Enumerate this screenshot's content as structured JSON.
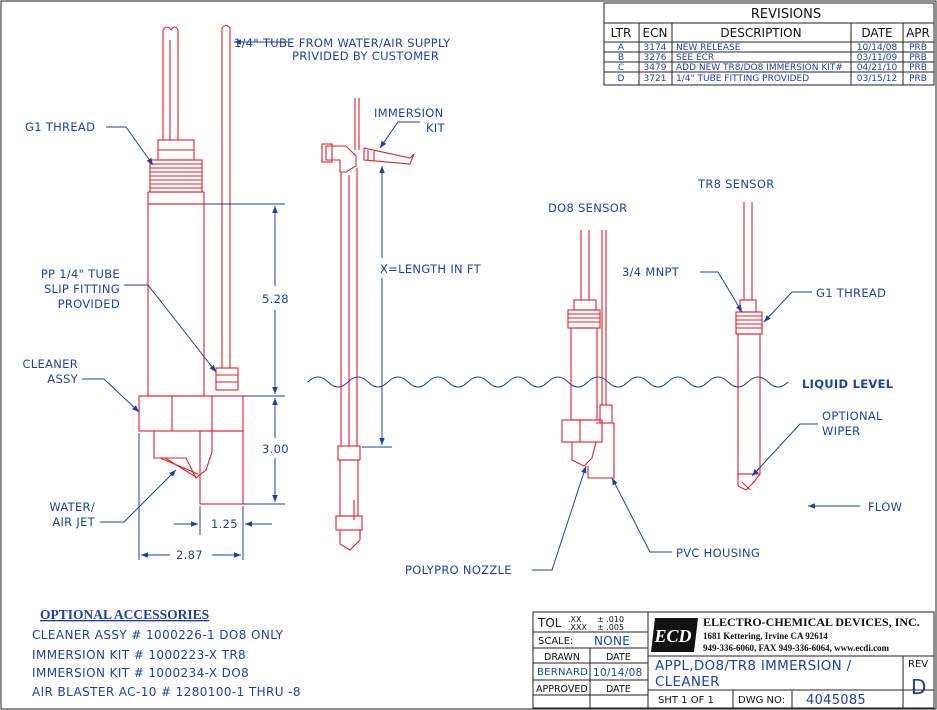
{
  "revisions": {
    "title": "REVISIONS",
    "headers": [
      "LTR",
      "ECN",
      "DESCRIPTION",
      "DATE",
      "APR"
    ],
    "rows": [
      [
        "A",
        "3174",
        "NEW RELEASE",
        "10/14/08",
        "PRB"
      ],
      [
        "B",
        "3276",
        "SEE ECR",
        "03/11/09",
        "PRB"
      ],
      [
        "C",
        "3479",
        "ADD NEW TR8/DO8 IMMERSION KIT#",
        "04/21/10",
        "PRB"
      ],
      [
        "D",
        "3721",
        "1/4\" TUBE FITTING PROVIDED",
        "03/15/12",
        "PRB"
      ]
    ]
  },
  "callouts": {
    "tube_supply_1": "1/4\" TUBE FROM WATER/AIR SUPPLY",
    "tube_supply_2": "PRIVIDED BY CUSTOMER",
    "g1_thread_left": "G1 THREAD",
    "pp_tube_1": "PP 1/4\" TUBE",
    "pp_tube_2": "SLIP FITTING",
    "pp_tube_3": "PROVIDED",
    "cleaner_1": "CLEANER",
    "cleaner_2": "ASSY",
    "water_jet_1": "WATER/",
    "water_jet_2": "AIR JET",
    "immersion_1": "IMMERSION",
    "immersion_2": "KIT",
    "x_length": "X=LENGTH IN FT",
    "do8_sensor": "DO8 SENSOR",
    "tr8_sensor": "TR8 SENSOR",
    "mnpt": "3/4 MNPT",
    "g1_thread_right": "G1 THREAD",
    "liquid_level": "LIQUID LEVEL",
    "optional_wiper_1": "OPTIONAL",
    "optional_wiper_2": "WIPER",
    "flow": "FLOW",
    "pvc_housing": "PVC HOUSING",
    "polypro_nozzle": "POLYPRO NOZZLE"
  },
  "dimensions": {
    "d528": "5.28",
    "d300": "3.00",
    "d125": "1.25",
    "d287": "2.87"
  },
  "accessories": {
    "title": "OPTIONAL ACCESSORIES",
    "items": [
      "CLEANER ASSY # 1000226-1 DO8 ONLY",
      "IMMERSION KIT # 1000223-X TR8",
      "IMMERSION KIT # 1000234-X DO8",
      "AIR BLASTER AC-10 # 1280100-1 THRU -8"
    ]
  },
  "title_block": {
    "tol_label": "TOL",
    "tol_xx": ".XX",
    "tol_xx_val": "± .010",
    "tol_xxx": ".XXX",
    "tol_xxx_val": "± .005",
    "scale_label": "SCALE:",
    "scale_value": "NONE",
    "drawn_label": "DRAWN",
    "drawn_by": "BERNARD",
    "date_label": "DATE",
    "drawn_date": "10/14/08",
    "approved_label": "APPROVED",
    "approved_date_label": "DATE",
    "logo_text": "ECD",
    "company": "ELECTRO-CHEMICAL DEVICES, INC.",
    "address": "1681 Kettering, Irvine CA 92614",
    "contact": "949-336-6060, FAX 949-336-6064, www.ecdi.com",
    "title_line1": "APPL,DO8/TR8 IMMERSION /",
    "title_line2": "CLEANER",
    "rev_label": "REV",
    "rev_value": "D",
    "sheet": "SHT 1 OF 1",
    "dwg_label": "DWG NO:",
    "dwg_no": "4045085"
  },
  "colors": {
    "part_red": "#e0202a",
    "annotation_blue": "#1e3fa8",
    "frame_black": "#222222"
  }
}
